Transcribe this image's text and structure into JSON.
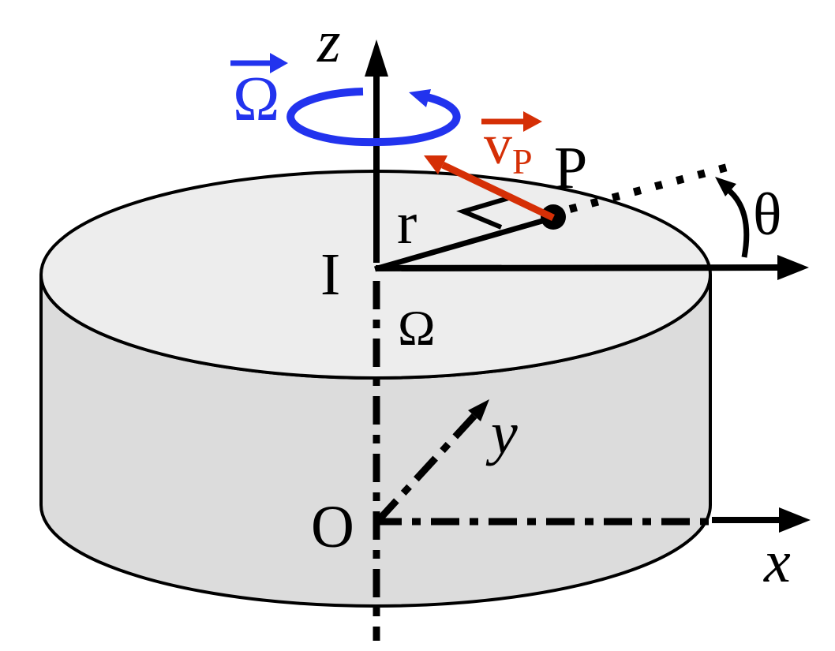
{
  "title": "Cylinder rotating about its vertical axis — kinematics diagram",
  "colors": {
    "angular_velocity_blue": "#2233ee",
    "velocity_red": "#d52f06",
    "cylinder_top_face": "#ededed",
    "cylinder_side_face": "#dcdcdc",
    "line_black": "#000000"
  },
  "labels": {
    "z_axis": "z",
    "x_axis": "x",
    "y_axis": "y",
    "origin_point": "O",
    "top_center_point": "I",
    "moving_point": "P",
    "radius": "r",
    "angle_theta": "θ",
    "angular_velocity_vector": "Ω",
    "angular_velocity_on_axis": "Ω",
    "velocity_main": "v",
    "velocity_subscript": "P"
  }
}
